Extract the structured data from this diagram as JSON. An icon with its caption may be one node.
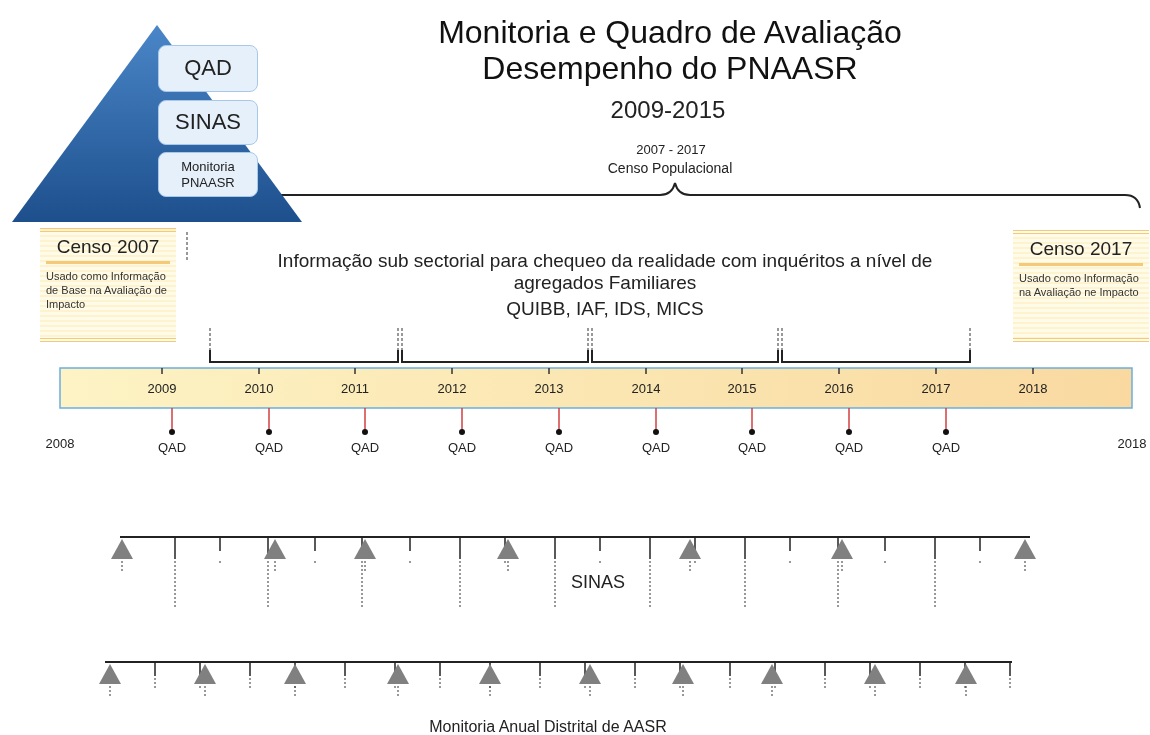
{
  "diagram": {
    "title": "Monitoria e Quadro de Avaliação Desempenho do PNAASR",
    "nodes": [
      {
        "text": [],
        "shape": "triangle"
      },
      {
        "text": [
          "QAD"
        ],
        "in": 0
      },
      {
        "text": [
          "SINAS"
        ],
        "in": 0
      },
      {
        "text": [
          "Monitoria PNAASR"
        ],
        "in": 0
      },
      {
        "text": [
          "Censo 2007",
          "Usado como Informação de Base na Avaliação de Impacto"
        ]
      },
      {
        "text": [
          "Censo 2017",
          "Usado como Informação na Avaliação ne Impacto"
        ]
      }
    ],
    "edges": [],
    "labels": [
      "2009-2015",
      "2007 - 2017",
      "Censo Populacional",
      "Informação sub sectorial para chequeo da realidade com inquéritos a nível de agregados Familiares",
      "QUIBB, IAF, IDS, MICS",
      "2009",
      "2010",
      "2011",
      "2012",
      "2013",
      "2014",
      "2015",
      "2016",
      "2017",
      "2018",
      "2008",
      "QAD",
      "QAD",
      "QAD",
      "QAD",
      "QAD",
      "QAD",
      "QAD",
      "QAD",
      "QAD",
      "2018",
      "SINAS",
      "Monitoria Anual Distrital de AASR"
    ]
  }
}
